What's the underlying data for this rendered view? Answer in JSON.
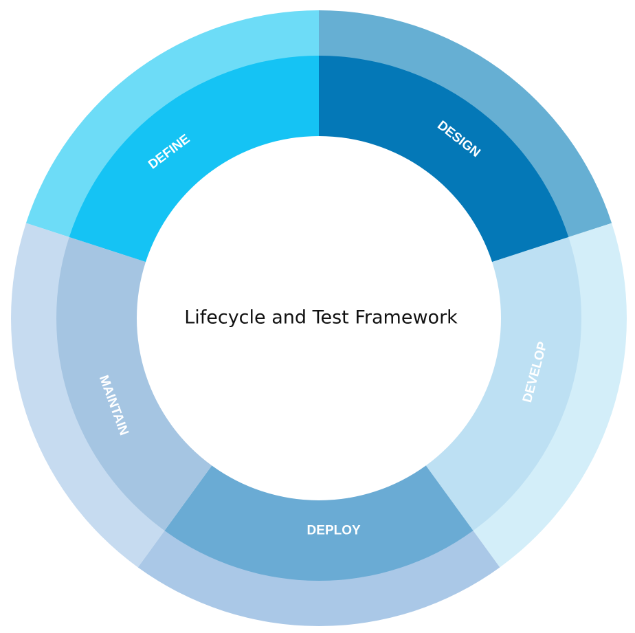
{
  "center_title": "Lifecycle and Test Framework",
  "segments": [
    {
      "label": "DEFINE",
      "outer_color": "#6ddcf7",
      "inner_color": "#15c3f4"
    },
    {
      "label": "DESIGN",
      "outer_color": "#66afd3",
      "inner_color": "#0478b7"
    },
    {
      "label": "DEVELOP",
      "outer_color": "#d3eef9",
      "inner_color": "#bde0f3"
    },
    {
      "label": "DEPLOY",
      "outer_color": "#aac8e7",
      "inner_color": "#6aabd4"
    },
    {
      "label": "MAINTAIN",
      "outer_color": "#c6dbf0",
      "inner_color": "#a5c5e2"
    }
  ]
}
